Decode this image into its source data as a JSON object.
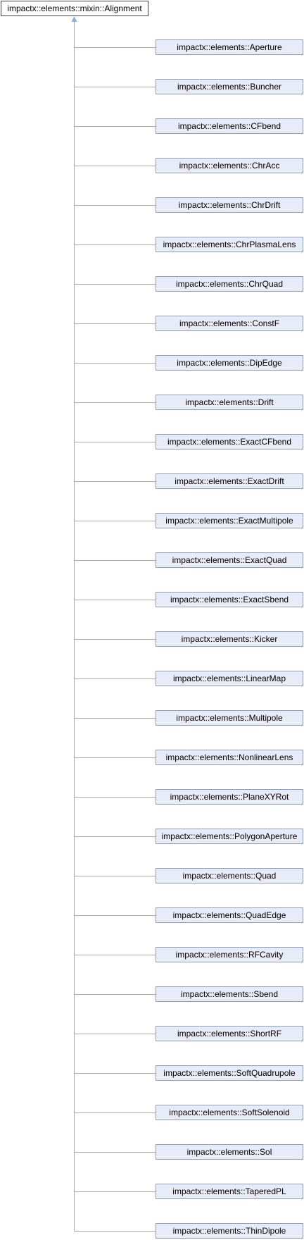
{
  "base_class": {
    "label": "impactx::elements::mixin::Alignment"
  },
  "derived_classes": [
    {
      "label": "impactx::elements::Aperture"
    },
    {
      "label": "impactx::elements::Buncher"
    },
    {
      "label": "impactx::elements::CFbend"
    },
    {
      "label": "impactx::elements::ChrAcc"
    },
    {
      "label": "impactx::elements::ChrDrift"
    },
    {
      "label": "impactx::elements::ChrPlasmaLens"
    },
    {
      "label": "impactx::elements::ChrQuad"
    },
    {
      "label": "impactx::elements::ConstF"
    },
    {
      "label": "impactx::elements::DipEdge"
    },
    {
      "label": "impactx::elements::Drift"
    },
    {
      "label": "impactx::elements::ExactCFbend"
    },
    {
      "label": "impactx::elements::ExactDrift"
    },
    {
      "label": "impactx::elements::ExactMultipole"
    },
    {
      "label": "impactx::elements::ExactQuad"
    },
    {
      "label": "impactx::elements::ExactSbend"
    },
    {
      "label": "impactx::elements::Kicker"
    },
    {
      "label": "impactx::elements::LinearMap"
    },
    {
      "label": "impactx::elements::Multipole"
    },
    {
      "label": "impactx::elements::NonlinearLens"
    },
    {
      "label": "impactx::elements::PlaneXYRot"
    },
    {
      "label": "impactx::elements::PolygonAperture"
    },
    {
      "label": "impactx::elements::Quad"
    },
    {
      "label": "impactx::elements::QuadEdge"
    },
    {
      "label": "impactx::elements::RFCavity"
    },
    {
      "label": "impactx::elements::Sbend"
    },
    {
      "label": "impactx::elements::ShortRF"
    },
    {
      "label": "impactx::elements::SoftQuadrupole"
    },
    {
      "label": "impactx::elements::SoftSolenoid"
    },
    {
      "label": "impactx::elements::Sol"
    },
    {
      "label": "impactx::elements::TaperedPL"
    },
    {
      "label": "impactx::elements::ThinDipole"
    }
  ],
  "colors": {
    "connector": "#8fb1d8",
    "child_fill": "#e8ecf6",
    "child_border": "#8c9dc0",
    "base_border": "#404040"
  }
}
